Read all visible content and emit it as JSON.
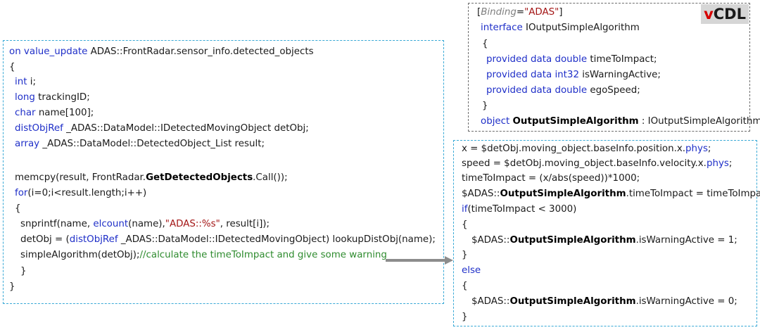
{
  "left_code": {
    "l1_kw": "on value_update",
    "l1_rest": " ADAS::FrontRadar.sensor_info.detected_objects",
    "l2": "{",
    "l3_kw": "int",
    "l3_rest": " i;",
    "l4_kw": "long",
    "l4_rest": " trackingID;",
    "l5_kw": "char",
    "l5_rest": " name[100];",
    "l6_kw": "distObjRef",
    "l6_rest": " _ADAS::DataModel::IDetectedMovingObject detObj;",
    "l7_kw": "array",
    "l7_rest": " _ADAS::DataModel::DetectedObject_List result;",
    "l8_a": "memcpy(result, FrontRadar.",
    "l8_b": "GetDetectedObjects",
    "l8_c": ".Call());",
    "l9_kw": "for",
    "l9_rest": "(i=0;i<result.length;i++)",
    "l10": "{",
    "l11_a": "snprintf(name, ",
    "l11_kw": "elcount",
    "l11_b": "(name),",
    "l11_str": "\"ADAS::%s\"",
    "l11_c": ", result[i]);",
    "l12_a": "detObj = (",
    "l12_kw": "distObjRef",
    "l12_b": " _ADAS::DataModel::IDetectedMovingObject) lookupDistObj(name);",
    "l13_a": "simpleAlgorithm(detObj);",
    "l13_cmt": "//calculate the timeToImpact and give some warning",
    "l14": "}",
    "l15": "}"
  },
  "vcdl": {
    "logo_v": "v",
    "logo_rest": "CDL",
    "l1_open": "[",
    "l1_attr": "Binding",
    "l1_eq": "=",
    "l1_str": "\"ADAS\"",
    "l1_close": "]",
    "l2_kw": "interface",
    "l2_rest": " IOutputSimpleAlgorithm",
    "l3": "{",
    "l4_kw": "provided data double",
    "l4_rest": " timeToImpact;",
    "l5_kw": "provided data int32",
    "l5_rest": " isWarningActive;",
    "l6_kw": "provided data double",
    "l6_rest": " egoSpeed;",
    "l7": "}",
    "l8_kw": "object",
    "l8_b": "OutputSimpleAlgorithm",
    "l8_rest": " : IOutputSimpleAlgorithm;"
  },
  "right_code": {
    "l1_a": "x = $detObj.moving_object.baseInfo.position.x.",
    "l1_kw": "phys",
    "l1_b": ";",
    "l2_a": "speed = $detObj.moving_object.baseInfo.velocity.x.",
    "l2_kw": "phys",
    "l2_b": ";",
    "l3": "timeToImpact = (x/abs(speed))*1000;",
    "l4_a": "$ADAS::",
    "l4_b": "OutputSimpleAlgorithm",
    "l4_c": ".timeToImpact = timeToImpact;",
    "l5_kw": "if",
    "l5_rest": "(timeToImpact < 3000)",
    "l6": "{",
    "l7_a": "$ADAS::",
    "l7_b": "OutputSimpleAlgorithm",
    "l7_c": ".isWarningActive = 1;",
    "l8": "}",
    "l9_kw": "else",
    "l10": "{",
    "l11_a": "$ADAS::",
    "l11_b": "OutputSimpleAlgorithm",
    "l11_c": ".isWarningActive = 0;",
    "l12": "}"
  },
  "colors": {
    "keyword": "#1f2fc8",
    "string": "#a31515",
    "comment": "#2e8b2e",
    "box_border": "#39a9d6",
    "arrow": "#8c8c8c",
    "logo_accent": "#d60000"
  }
}
